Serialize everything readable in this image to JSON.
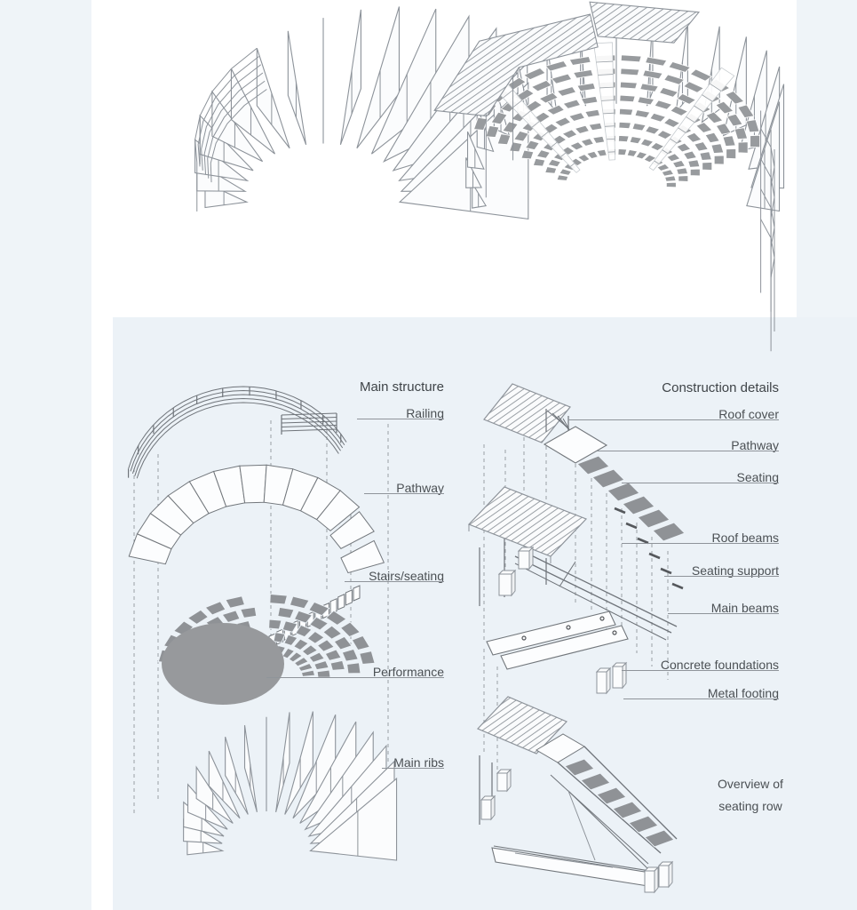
{
  "page": {
    "background": "#ffffff",
    "panel_color": "#ecf2f7",
    "strip_color": "#eff4f8",
    "line_color": "#8d939a",
    "seat_color": "#939699",
    "performance_color": "#97999c",
    "text_color": "#4b5054"
  },
  "top_figures": {
    "left_figure": "exploded radial rib frame structure",
    "right_figure": "assembled amphitheater with seating rows and corrugated roof"
  },
  "main_structure": {
    "heading": "Main structure",
    "labels": [
      "Railing",
      "Pathway",
      "Stairs/seating",
      "Performance",
      "Main ribs"
    ]
  },
  "construction_details": {
    "heading": "Construction details",
    "labels": [
      "Roof cover",
      "Pathway",
      "Seating",
      "Roof beams",
      "Seating support",
      "Main beams",
      "Concrete foundations",
      "Metal footing"
    ]
  },
  "overview_caption": {
    "line1": "Overview of",
    "line2": "seating row"
  }
}
